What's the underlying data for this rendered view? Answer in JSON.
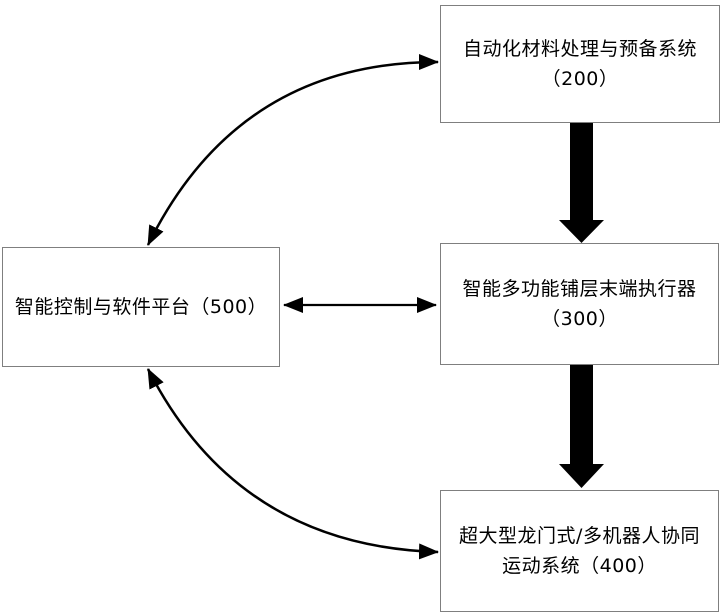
{
  "colors": {
    "background": "#ffffff",
    "box_border": "#7f7f7f",
    "arrow": "#000000",
    "text": "#000000"
  },
  "diagram": {
    "boxes": {
      "box_200": {
        "id": "200",
        "lines": [
          "自动化材料处理与预备系统",
          "（200）"
        ]
      },
      "box_300": {
        "id": "300",
        "lines": [
          "智能多功能铺层末端执行器",
          "（300）"
        ]
      },
      "box_400": {
        "id": "400",
        "lines": [
          "超大型龙门式/多机器人协同",
          "运动系统（400）"
        ]
      },
      "box_500": {
        "id": "500",
        "lines": [
          "智能控制与软件平台（500）"
        ]
      }
    },
    "connections": [
      {
        "from": "500",
        "to": "200",
        "style": "curved-thin",
        "bidirectional": true
      },
      {
        "from": "200",
        "to": "300",
        "style": "thick-block",
        "bidirectional": false
      },
      {
        "from": "500",
        "to": "300",
        "style": "straight-thin",
        "bidirectional": true
      },
      {
        "from": "300",
        "to": "400",
        "style": "thick-block",
        "bidirectional": false
      },
      {
        "from": "500",
        "to": "400",
        "style": "curved-thin",
        "bidirectional": true
      }
    ]
  }
}
